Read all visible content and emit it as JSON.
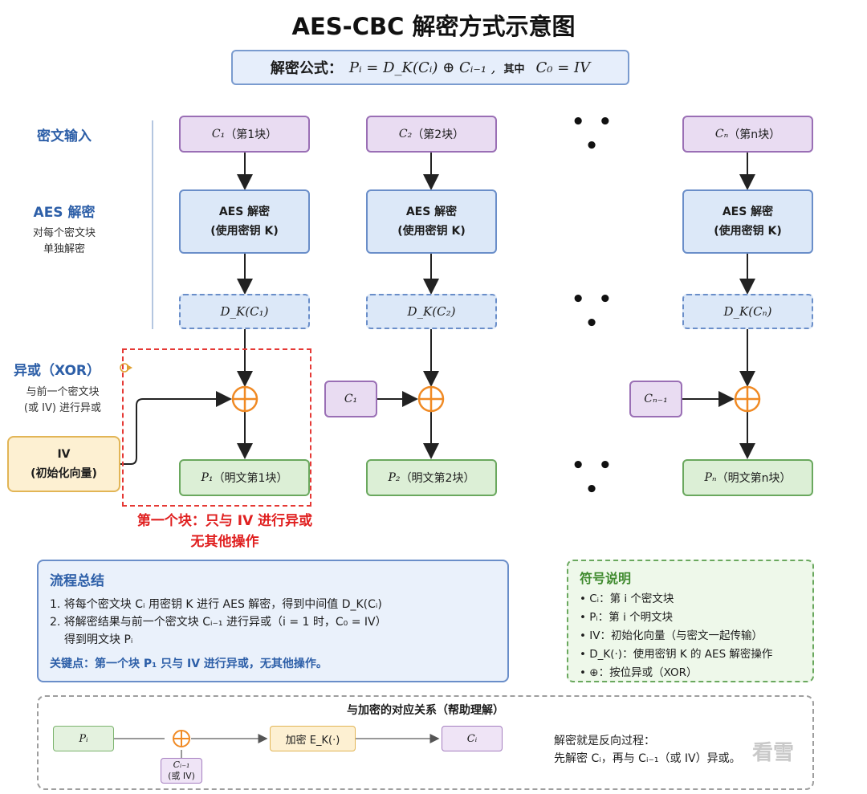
{
  "title": "AES-CBC 解密方式示意图",
  "formula": {
    "label": "解密公式：",
    "expr": "Pᵢ = D_K(Cᵢ) ⊕ Cᵢ₋₁ ,",
    "qualifier": "其中",
    "expr2": "C₀ = IV"
  },
  "rows": {
    "cipher_input": "密文输入",
    "aes_decrypt": "AES 解密",
    "aes_note_1": "对每个密文块",
    "aes_note_2": "单独解密",
    "xor": "异或（XOR）",
    "xor_note_1": "与前一个密文块",
    "xor_note_2": "(或 IV) 进行异或"
  },
  "columns": [
    {
      "c": "C₁",
      "c_note": "（第1块）",
      "aes_1": "AES 解密",
      "aes_2": "(使用密钥 K)",
      "d": "D_K(C₁)",
      "xor_in": "",
      "p": "P₁",
      "p_note": "（明文第1块）"
    },
    {
      "c": "C₂",
      "c_note": "（第2块）",
      "aes_1": "AES 解密",
      "aes_2": "(使用密钥 K)",
      "d": "D_K(C₂)",
      "xor_in": "C₁",
      "p": "P₂",
      "p_note": "（明文第2块）"
    },
    {
      "c": "Cₙ",
      "c_note": "（第n块）",
      "aes_1": "AES 解密",
      "aes_2": "(使用密钥 K)",
      "d": "D_K(Cₙ)",
      "xor_in": "Cₙ₋₁",
      "p": "Pₙ",
      "p_note": "（明文第n块）"
    }
  ],
  "ellipsis": "• • •",
  "xor_symbol": "⊕",
  "iv": {
    "label": "IV",
    "note": "(初始化向量)"
  },
  "first_block_note": {
    "line1": "第一个块：只与 IV 进行异或",
    "line2": "无其他操作"
  },
  "summary": {
    "title": "流程总结",
    "step1": "1. 将每个密文块 Cᵢ 用密钥 K 进行 AES 解密，得到中间值 D_K(Cᵢ)",
    "step2": "2. 将解密结果与前一个密文块 Cᵢ₋₁ 进行异或（i = 1 时，C₀ = IV）",
    "step2b": "得到明文块 Pᵢ",
    "key": "关键点：第一个块 P₁ 只与 IV 进行异或，无其他操作。"
  },
  "legend": {
    "title": "符号说明",
    "items": [
      "• Cᵢ：第 i 个密文块",
      "• Pᵢ：第 i 个明文块",
      "• IV：初始化向量（与密文一起传输）",
      "• D_K(·)：使用密钥 K 的 AES 解密操作",
      "• ⊕：按位异或（XOR）"
    ]
  },
  "encryption_relation": {
    "title": "与加密的对应关系（帮助理解）",
    "p": "Pᵢ",
    "civ_1": "Cᵢ₋₁",
    "civ_2": "(或 IV)",
    "enc": "加密 E_K(·)",
    "c": "Cᵢ",
    "note_1": "解密就是反向过程：",
    "note_2": "先解密 Cᵢ，再与 Cᵢ₋₁（或 IV）异或。"
  },
  "watermark": "看雪",
  "colors": {
    "cipher": "#e9dcf2",
    "aes": "#dce8f8",
    "plain": "#dcefd6",
    "iv": "#fdf0d2",
    "xor": "#f08a24",
    "highlight": "#e53935"
  }
}
